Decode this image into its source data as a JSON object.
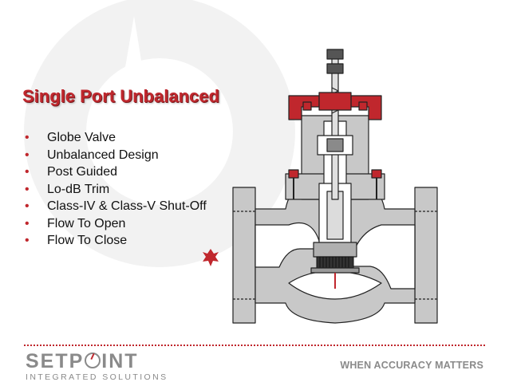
{
  "slide": {
    "title": "Single Port Unbalanced",
    "bullets": [
      "Globe Valve",
      "Unbalanced Design",
      "Post Guided",
      "Lo-dB Trim",
      "Class-IV & Class-V Shut-Off",
      "Flow To Open",
      "Flow To Close"
    ]
  },
  "footer": {
    "logo_left": "SETP",
    "logo_right": "INT",
    "logo_sub": "INTEGRATED SOLUTIONS",
    "tagline": "WHEN ACCURACY MATTERS"
  },
  "colors": {
    "accent": "#c0272d",
    "logo_gray": "#8a8a8a",
    "valve_body": "#c8c8c8",
    "watermark": "#ececec"
  }
}
